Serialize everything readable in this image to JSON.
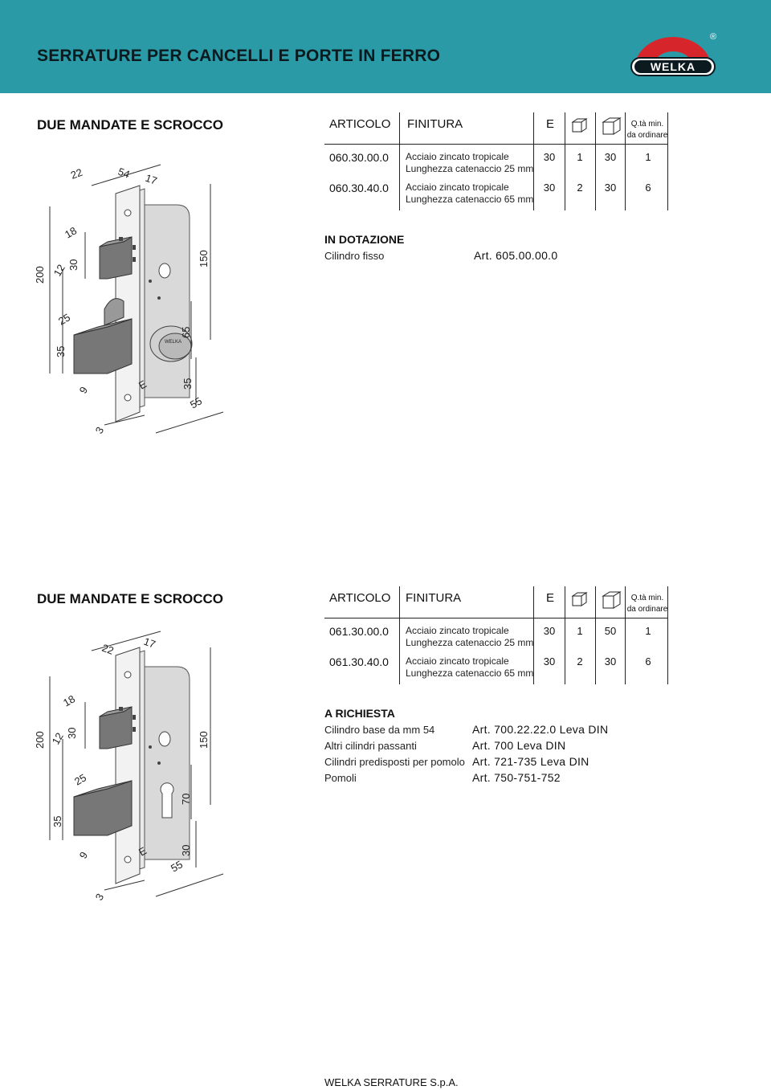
{
  "header": {
    "title": "SERRATURE PER CANCELLI E PORTE IN FERRO",
    "logo_text": "WELKA",
    "brand_color": "#2a9aa6",
    "logo_red": "#d7262b"
  },
  "table_headers": {
    "articolo": "ARTICOLO",
    "finitura": "FINITURA",
    "e": "E",
    "qta_line1": "Q.tà min.",
    "qta_line2": "da ordinare",
    "icon_pack_small": "box-icon",
    "icon_pack_big": "carton-icon"
  },
  "section1": {
    "title": "DUE MANDATE E SCROCCO",
    "rows": [
      {
        "articolo": "060.30.00.0",
        "finitura1": "Acciaio zincato tropicale",
        "finitura2": "Lunghezza catenaccio 25 mm",
        "e": "30",
        "box": "1",
        "carton": "30",
        "qta": "1"
      },
      {
        "articolo": "060.30.40.0",
        "finitura1": "Acciaio zincato tropicale",
        "finitura2": "Lunghezza catenaccio 65 mm",
        "e": "30",
        "box": "2",
        "carton": "30",
        "qta": "6"
      }
    ],
    "extra_title": "IN DOTAZIONE",
    "extra": [
      {
        "label": "Cilindro fisso",
        "art": "Art. 605.00.00.0"
      }
    ],
    "dims": {
      "d54": "54",
      "d22": "22",
      "d17": "17",
      "d18": "18",
      "d200": "200",
      "d12": "12",
      "d30": "30",
      "d150": "150",
      "d25": "25",
      "d35a": "35",
      "d65": "65",
      "d9": "9",
      "dE": "E",
      "d35b": "35",
      "d55": "55",
      "d3": "3",
      "cyl_mark": "WELKA"
    }
  },
  "section2": {
    "title": "DUE MANDATE E SCROCCO",
    "rows": [
      {
        "articolo": "061.30.00.0",
        "finitura1": "Acciaio zincato tropicale",
        "finitura2": "Lunghezza catenaccio 25 mm",
        "e": "30",
        "box": "1",
        "carton": "50",
        "qta": "1"
      },
      {
        "articolo": "061.30.40.0",
        "finitura1": "Acciaio zincato tropicale",
        "finitura2": "Lunghezza catenaccio 65 mm",
        "e": "30",
        "box": "2",
        "carton": "30",
        "qta": "6"
      }
    ],
    "extra_title": "A RICHIESTA",
    "extra": [
      {
        "label": "Cilindro base da mm 54",
        "art": "Art. 700.22.22.0 Leva DIN"
      },
      {
        "label": "Altri cilindri passanti",
        "art": "Art. 700 Leva DIN"
      },
      {
        "label": "Cilindri predisposti per pomolo",
        "art": "Art. 721-735 Leva DIN"
      },
      {
        "label": "Pomoli",
        "art": "Art. 750-751-752"
      }
    ],
    "dims": {
      "d22": "22",
      "d17": "17",
      "d18": "18",
      "d200": "200",
      "d12": "12",
      "d30": "30",
      "d150": "150",
      "d25": "25",
      "d70": "70",
      "d35a": "35",
      "d9": "9",
      "dE": "E",
      "d30b": "30",
      "d55": "55",
      "d3": "3"
    }
  },
  "footer": {
    "text": "WELKA SERRATURE S.p.A."
  }
}
